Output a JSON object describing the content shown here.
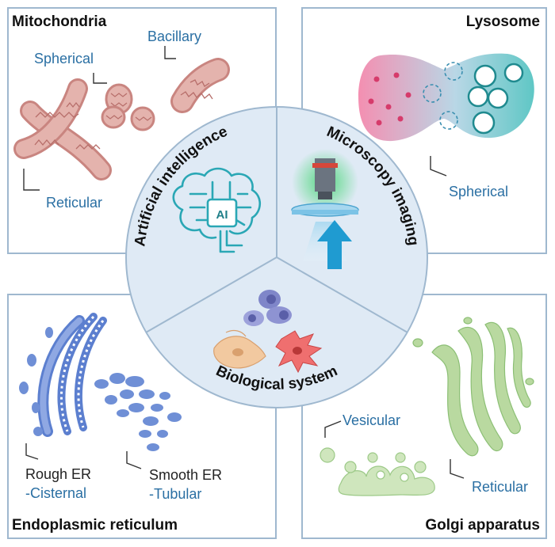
{
  "panels": {
    "mitochondria": {
      "title": "Mitochondria",
      "labels": {
        "spherical": "Spherical",
        "bacillary": "Bacillary",
        "reticular": "Reticular"
      }
    },
    "lysosome": {
      "title": "Lysosome",
      "labels": {
        "spherical": "Spherical"
      }
    },
    "er": {
      "title": "Endoplasmic reticulum",
      "labels": {
        "rough": "Rough ER",
        "cisternal": "-Cisternal",
        "smooth": "Smooth ER",
        "tubular": "-Tubular"
      }
    },
    "golgi": {
      "title": "Golgi apparatus",
      "labels": {
        "vesicular": "Vesicular",
        "reticular": "Reticular"
      }
    }
  },
  "center": {
    "ai_label": "Artificial intelligence",
    "ai_chip_text": "AI",
    "microscopy_label": "Microscopy imaging",
    "bio_label": "Biological system"
  },
  "colors": {
    "panel_border": "#9fb8cf",
    "circle_fill": "#dfeaf5",
    "label_blue": "#2a6fa3",
    "mito_fill": "#d8a3a0",
    "er_fill": "#6f8fd6",
    "golgi_fill": "#b9d9a0",
    "ai_teal": "#2aa7b5",
    "arrow_blue": "#1f9bd1"
  }
}
